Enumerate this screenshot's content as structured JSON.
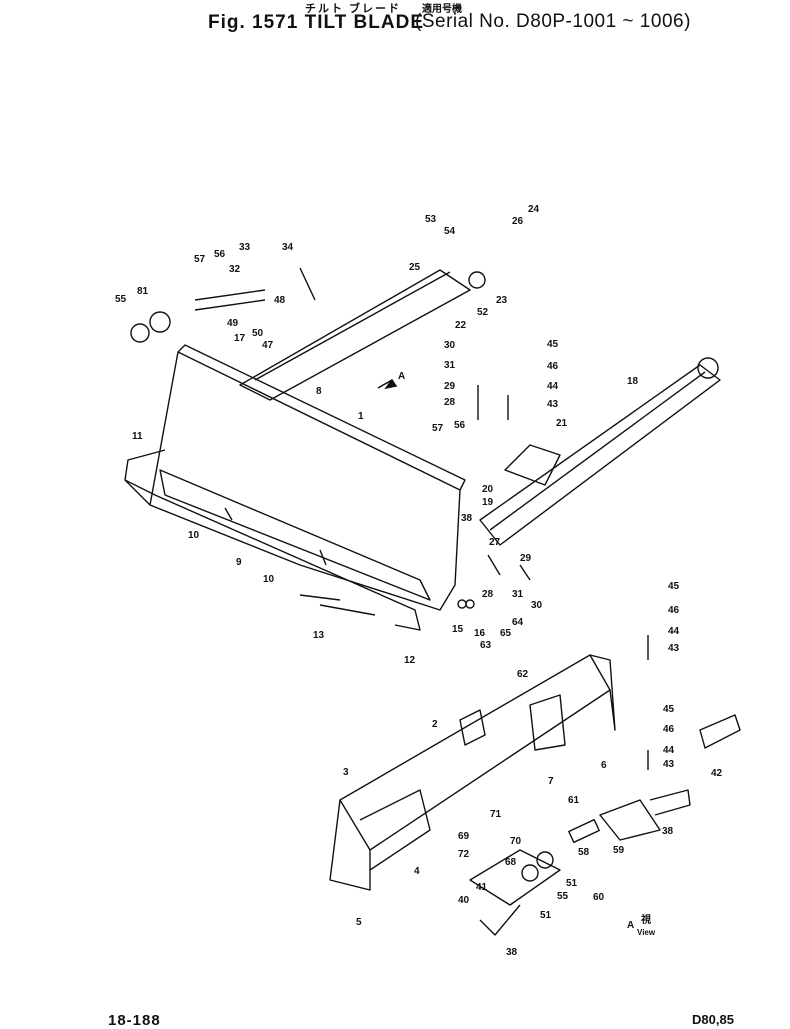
{
  "header": {
    "jp_title": "チルト ブレード",
    "jp_applicable": "適用号機",
    "fig_title": "Fig. 1571 TILT BLADE",
    "serial": "(Serial No. D80P-1001 ~ 1006)"
  },
  "footer": {
    "page_number": "18-188",
    "model": "D80,85"
  },
  "view_label": {
    "letter": "A",
    "jp": "視",
    "view": "View"
  },
  "callouts": [
    "53",
    "54",
    "26",
    "24",
    "25",
    "23",
    "22",
    "52",
    "57",
    "56",
    "33",
    "34",
    "32",
    "81",
    "55",
    "49",
    "48",
    "50",
    "47",
    "17",
    "30",
    "31",
    "29",
    "28",
    "45",
    "46",
    "44",
    "43",
    "18",
    "A",
    "1",
    "8",
    "57",
    "56",
    "21",
    "11",
    "38",
    "20",
    "19",
    "27",
    "29",
    "31",
    "30",
    "28",
    "10",
    "9",
    "10",
    "13",
    "12",
    "15",
    "16",
    "65",
    "64",
    "63",
    "62",
    "45",
    "46",
    "44",
    "43",
    "2",
    "3",
    "45",
    "46",
    "44",
    "43",
    "6",
    "7",
    "42",
    "71",
    "69",
    "70",
    "61",
    "38",
    "72",
    "68",
    "58",
    "51",
    "59",
    "60",
    "41",
    "40",
    "55",
    "4",
    "51",
    "5",
    "38"
  ],
  "colors": {
    "ink": "#111111",
    "paper": "#ffffff"
  }
}
